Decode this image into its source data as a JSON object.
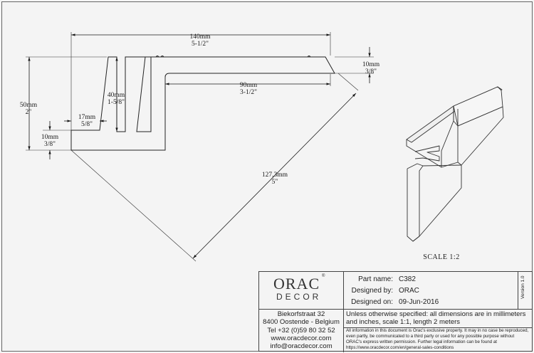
{
  "drawing": {
    "dim_width_mm": "140mm",
    "dim_width_in": "5-1/2\"",
    "dim_top_lip_mm": "10mm",
    "dim_top_lip_in": "3/8\"",
    "dim_flange_mm": "90mm",
    "dim_flange_in": "3-1/2\"",
    "dim_height_mm": "50mm",
    "dim_height_in": "2\"",
    "dim_groove_depth_mm": "40mm",
    "dim_groove_depth_in": "1-5/8\"",
    "dim_groove_width_mm": "17mm",
    "dim_groove_width_in": "5/8\"",
    "dim_base_mm": "10mm",
    "dim_base_in": "3/8\"",
    "dim_diagonal_mm": "127,3mm",
    "dim_diagonal_in": "5\"",
    "scale_label": "SCALE  1:2"
  },
  "title_block": {
    "logo_word": "ORAC",
    "logo_sub": "DECOR",
    "logo_mark": "®",
    "address_lines": [
      "Biekorfstraat 32",
      "8400 Oostende - Belgium",
      "Tel  +32 (0)59 80 32 52",
      "www.oracdecor.com",
      "info@oracdecor.com"
    ],
    "part_name_label": "Part name:",
    "part_name_value": "C382",
    "designed_by_label": "Designed by:",
    "designed_by_value": "ORAC",
    "designed_on_label": "Designed on:",
    "designed_on_value": "09-Jun-2016",
    "version": "Version 1.0",
    "note": "Unless otherwise specified: all dimensions are in millimeters and inches, scale 1:1, length 2 meters",
    "legal": "All information in this document is Orac's exclusive property.  It may in no case be reproduced, even partly, be communicated to a third party or used for any possible purpose without ORAC's express written permission. Further legal information can be found at https://www.oracdecor.com/en/general-sales-conditions"
  }
}
